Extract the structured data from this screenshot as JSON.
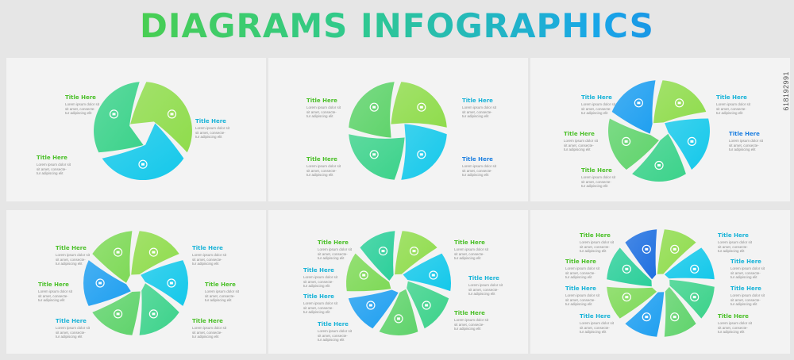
{
  "headline": "DIAGRAMS INFOGRAPHICS",
  "watermark_id": "618192991",
  "colors": {
    "green": "#7ed957",
    "teal": "#2ccf9a",
    "cyan": "#14c8ea",
    "blue": "#1e6fe0",
    "title_green": "#4cc02a",
    "title_cyan": "#19b3d8",
    "title_blue": "#1d7fe0"
  },
  "label_template": {
    "title": "Title Here",
    "desc": "Lorem ipsum dolor sit\nsit amet, consecte-\ntur adipiscing elit"
  },
  "panels": [
    {
      "name": "panel-3-steps",
      "steps": 3,
      "icons": [
        "chart-bar-icon",
        "piggy-bank-icon",
        "briefcase-icon"
      ]
    },
    {
      "name": "panel-4-steps",
      "steps": 4,
      "icons": [
        "settings-icon",
        "briefcase-icon",
        "pie-chart-icon",
        "chart-bar-icon"
      ]
    },
    {
      "name": "panel-5-steps",
      "steps": 5,
      "icons": [
        "gear-icon",
        "briefcase-icon",
        "pie-chart-icon",
        "chart-bar-icon",
        "settings-icon"
      ]
    },
    {
      "name": "panel-6-steps",
      "steps": 6,
      "icons": [
        "chart-bar-icon",
        "pie-chart-icon",
        "user-icon",
        "chart-bar-icon",
        "briefcase-icon",
        "gear-icon"
      ]
    },
    {
      "name": "panel-7-steps",
      "steps": 7,
      "icons": [
        "gear-icon",
        "pie-chart-icon",
        "globe-icon",
        "user-icon",
        "briefcase-icon",
        "pie-chart-icon",
        "chart-bar-icon"
      ]
    },
    {
      "name": "panel-8-steps",
      "steps": 8,
      "icons": [
        "user-icon",
        "gear-icon",
        "globe-icon",
        "chart-bar-icon",
        "pie-chart-icon",
        "search-icon",
        "briefcase-icon",
        "chart-bar-icon"
      ]
    }
  ]
}
